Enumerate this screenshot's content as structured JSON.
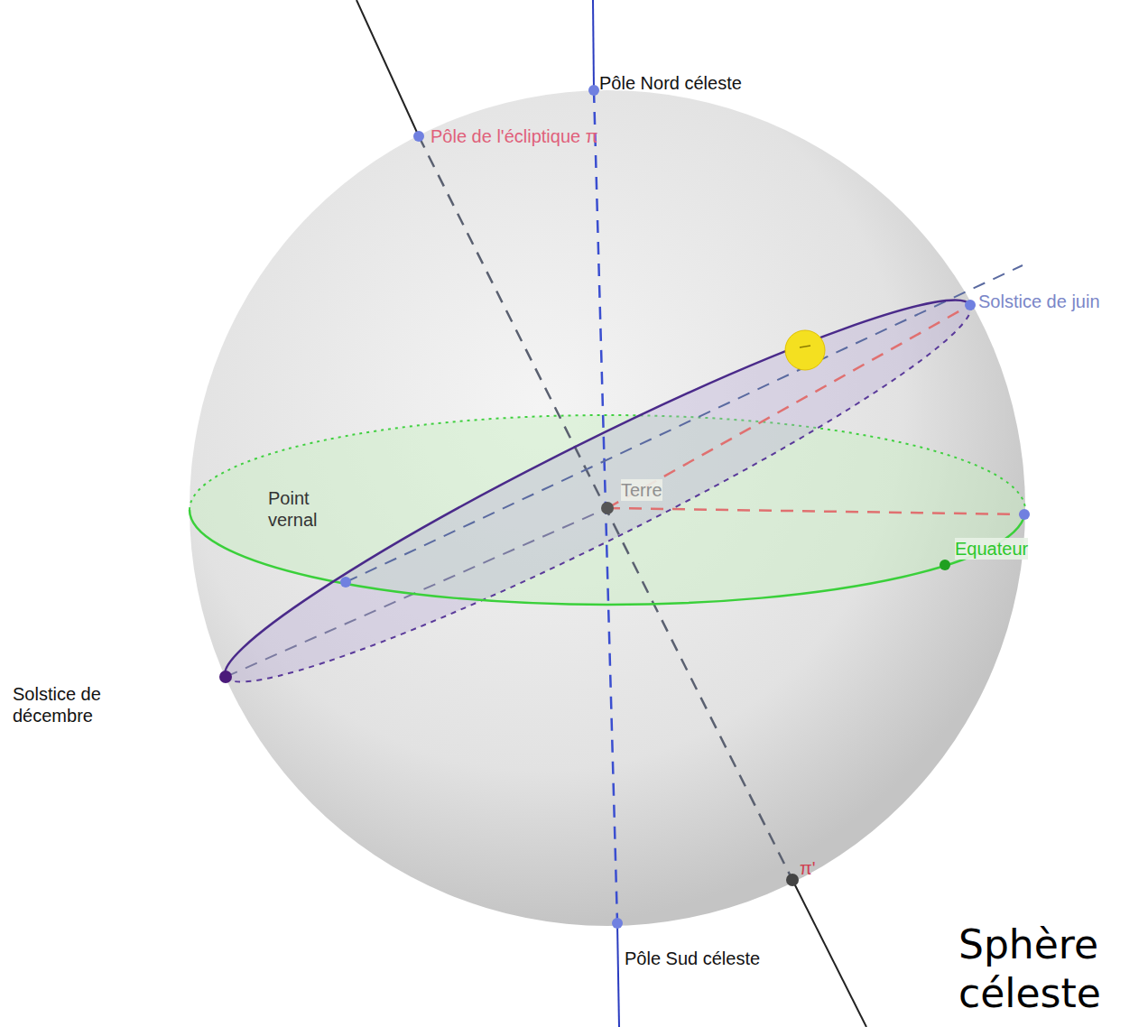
{
  "diagram": {
    "caption": "Sphère céleste",
    "labels": [
      "Pôle Nord céleste",
      "Pôle de l'écliptique π",
      "Solstice de juin",
      "Terre",
      "Point vernal",
      "Equateur",
      "Solstice de décembre",
      "π'",
      "Pôle Sud céleste"
    ]
  }
}
